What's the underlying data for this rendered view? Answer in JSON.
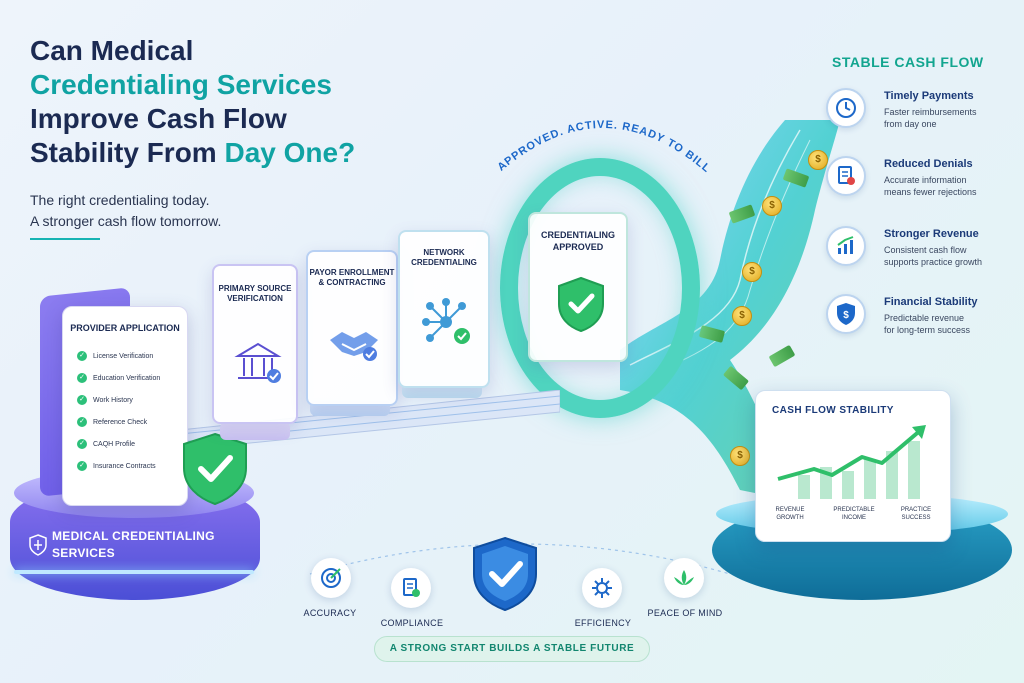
{
  "headline": {
    "line1": "Can Medical",
    "line2": "Credentialing Services",
    "line3": "Improve Cash Flow",
    "line4_a": "Stability From ",
    "line4_b": "Day One?"
  },
  "subline": {
    "line1": "The right credentialing today.",
    "line2": "A stronger cash flow tomorrow."
  },
  "arc_tagline": "APPROVED. ACTIVE. READY TO BILL.",
  "provider_application": {
    "title": "PROVIDER APPLICATION",
    "items": [
      "License Verification",
      "Education Verification",
      "Work History",
      "Reference Check",
      "CAQH Profile",
      "Insurance Contracts"
    ]
  },
  "steps": [
    {
      "label": "PRIMARY SOURCE VERIFICATION",
      "icon": "building-icon"
    },
    {
      "label": "PAYOR ENROLLMENT & CONTRACTING",
      "icon": "handshake-icon"
    },
    {
      "label": "NETWORK CREDENTIALING",
      "icon": "network-icon"
    },
    {
      "label": "CREDENTIALING APPROVED",
      "icon": "shield-check-icon"
    }
  ],
  "platform_label": {
    "line1": "MEDICAL CREDENTIALING",
    "line2": "SERVICES"
  },
  "stable_cash_flow": {
    "title": "STABLE CASH FLOW",
    "benefits": [
      {
        "title": "Timely Payments",
        "desc1": "Faster reimbursements",
        "desc2": "from day one",
        "icon": "clock-icon"
      },
      {
        "title": "Reduced Denials",
        "desc1": "Accurate information",
        "desc2": "means fewer rejections",
        "icon": "document-check-icon"
      },
      {
        "title": "Stronger Revenue",
        "desc1": "Consistent cash flow",
        "desc2": "supports practice growth",
        "icon": "bar-chart-icon"
      },
      {
        "title": "Financial Stability",
        "desc1": "Predictable revenue",
        "desc2": "for long-term success",
        "icon": "dollar-shield-icon"
      }
    ]
  },
  "cash_flow_card": {
    "title": "CASH FLOW STABILITY",
    "labels": [
      {
        "l1": "REVENUE",
        "l2": "GROWTH"
      },
      {
        "l1": "PREDICTABLE",
        "l2": "INCOME"
      },
      {
        "l1": "PRACTICE",
        "l2": "SUCCESS"
      }
    ]
  },
  "values": [
    {
      "label": "ACCURACY",
      "icon": "target-icon"
    },
    {
      "label": "COMPLIANCE",
      "icon": "compliance-icon"
    },
    {
      "label": "EFFICIENCY",
      "icon": "gear-icon"
    },
    {
      "label": "PEACE OF MIND",
      "icon": "lotus-icon"
    }
  ],
  "bottom_banner": "A STRONG START BUILDS A STABLE FUTURE",
  "colors": {
    "navy": "#1b2a52",
    "teal": "#10a3a3",
    "green": "#12a58f",
    "purple": "#6c5ce8",
    "blue": "#1d68c9"
  }
}
